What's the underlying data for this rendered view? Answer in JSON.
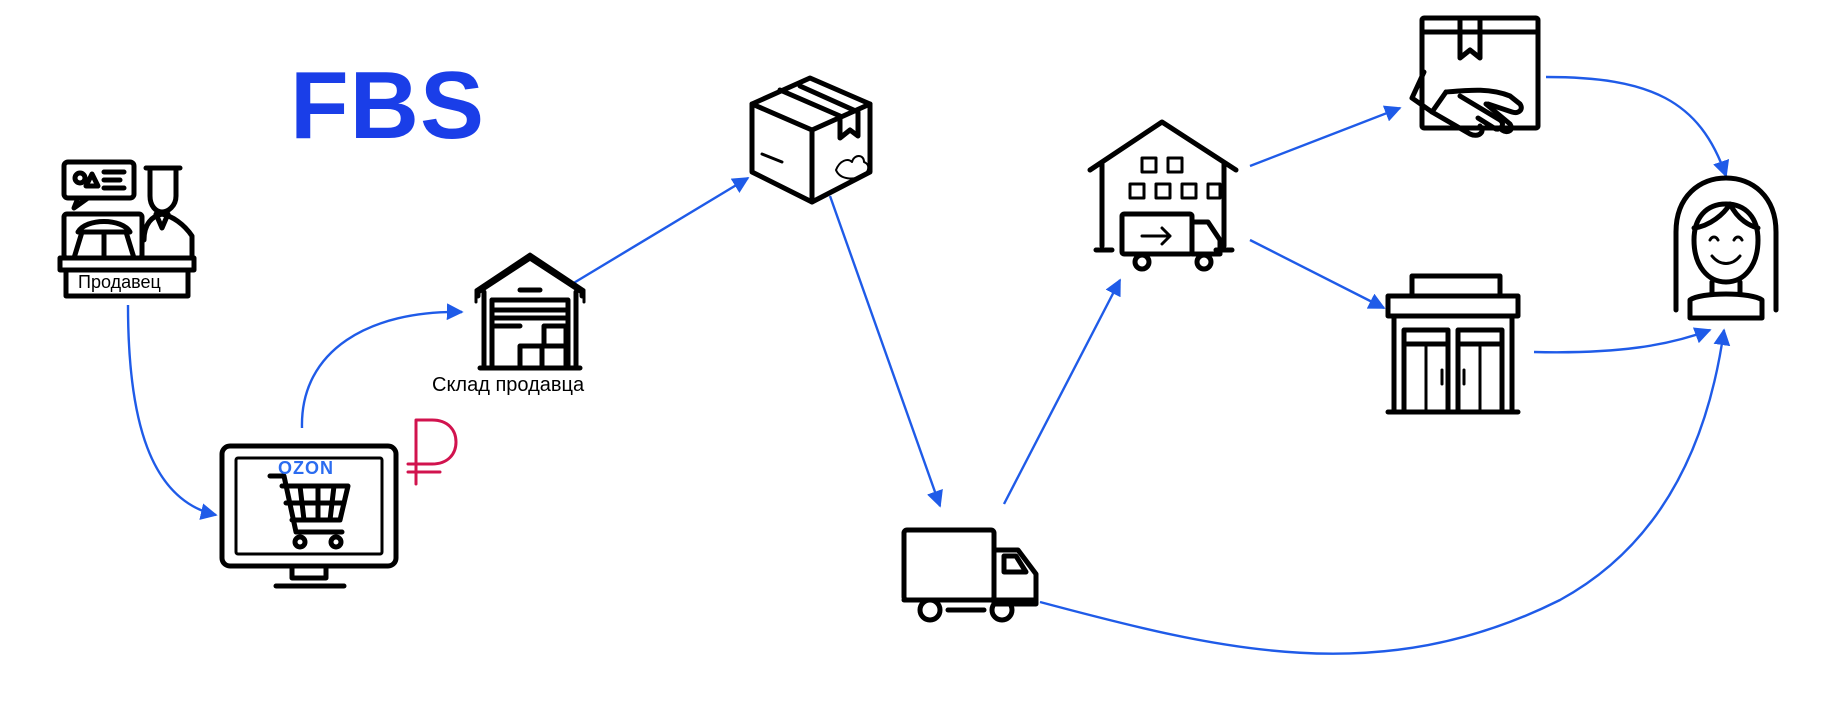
{
  "diagram": {
    "title": "FBS",
    "labels": {
      "seller": "Продавец",
      "seller_warehouse": "Склад продавца",
      "ozon_logo": "OZON"
    },
    "colors": {
      "title": "#1a3ee8",
      "arrows": "#1f5be8",
      "ruble": "#d1134e",
      "ozon": "#2b6cf0",
      "icons": "#000000"
    },
    "icons": [
      "seller-icon",
      "computer-cart-icon",
      "ruble-icon",
      "warehouse-icon",
      "parcel-icon",
      "truck-icon",
      "sorting-center-icon",
      "hand-delivery-icon",
      "pickup-point-icon",
      "customer-icon"
    ]
  }
}
